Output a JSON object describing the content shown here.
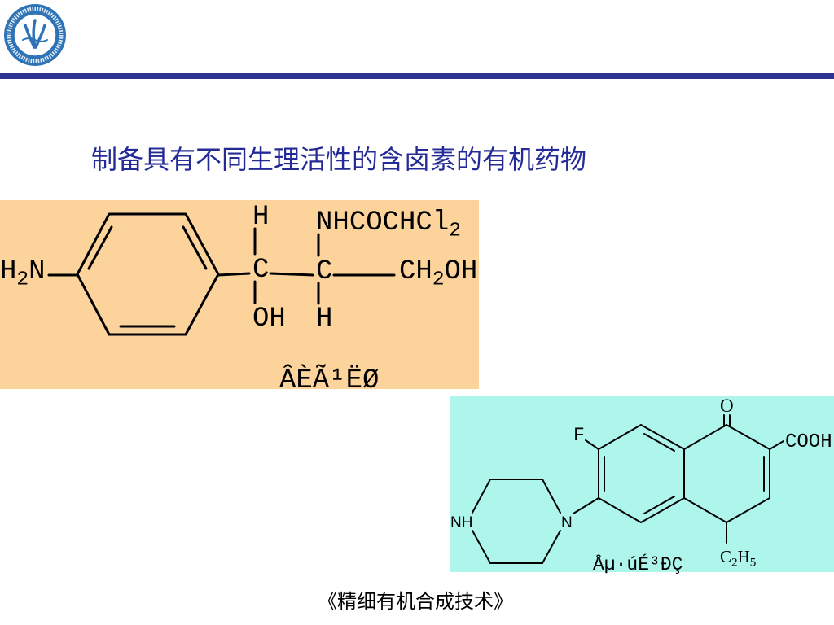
{
  "slide": {
    "title": "制备具有不同生理活性的含卤素的有机药物",
    "footer": "《精细有机合成技术》",
    "logo_icon": "school-seal-icon"
  },
  "colors": {
    "title": "#252b96",
    "rule": "#2d3192",
    "logo": "#2f73b7",
    "panel_1": "#fcd49b",
    "panel_2": "#aef6eb"
  },
  "structures": [
    {
      "caption": "ÂÈÃ¹ËØ",
      "labels": {
        "amino": "H2N",
        "upper_h": "H",
        "amide": "NHCOCHCl2",
        "carbon_1": "C",
        "carbon_2": "C",
        "hydroxymethyl": "CH2OH",
        "hydroxyl": "OH",
        "lower_h": "H"
      }
    },
    {
      "caption": "Åµ·úÉ³ÐÇ",
      "labels": {
        "oxo": "O",
        "fluoro": "F",
        "carboxyl": "COOH",
        "ring_n": "N",
        "ring_nh": "NH",
        "ethyl": "C2H5"
      }
    }
  ]
}
